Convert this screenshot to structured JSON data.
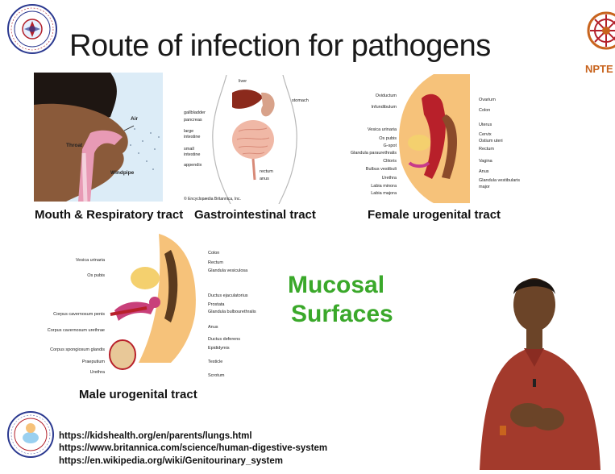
{
  "slide": {
    "title": "Route of infection for pathogens",
    "nptel_text": "NPTE",
    "mucosal_line1": "Mucosal",
    "mucosal_line2": "Surfaces"
  },
  "panels": {
    "respiratory": {
      "caption": "Mouth & Respiratory tract",
      "labels": {
        "air": "Air",
        "throat": "Throat",
        "windpipe": "Windpipe"
      }
    },
    "gastro": {
      "caption": "Gastrointestinal tract",
      "labels": {
        "liver": "liver",
        "stomach": "stomach",
        "gallbladder": "gallbladder",
        "pancreas": "pancreas",
        "large_intestine_1": "large",
        "large_intestine_2": "intestine",
        "small_intestine_1": "small",
        "small_intestine_2": "intestine",
        "appendix": "appendix",
        "rectum": "rectum",
        "anus": "anus",
        "copyright": "© Encyclopædia Britannica, Inc."
      }
    },
    "female": {
      "caption": "Female urogenital tract",
      "left_labels": [
        "Oviductum",
        "Infundibulum",
        "Vesica urinaria",
        "Os pubis",
        "G-spot",
        "Glandula paraurethralis",
        "Clitoris",
        "Bulbus vestibuli",
        "Urethra",
        "Labia minora",
        "Labia majora"
      ],
      "right_labels": [
        "Ovarium",
        "Colon",
        "Uterus",
        "Cervix",
        "Ostium uteri",
        "Rectum",
        "Vagina",
        "Anus",
        "Glandula vestibularis",
        "major"
      ]
    },
    "male": {
      "caption": "Male urogenital tract",
      "left_labels": [
        "Vesica urinaria",
        "Os pubis",
        "Corpus cavernosum penis",
        "Corpus cavernosum urethrae",
        "Corpus spongiosum glandis",
        "Praeputium",
        "Urethra"
      ],
      "right_labels": [
        "Colon",
        "Rectum",
        "Glandula vesiculosa",
        "Ductus ejaculatorius",
        "Prostata",
        "Glandula bulbourethralis",
        "Anus",
        "Ductus deferens",
        "Epididymis",
        "Testicle",
        "Scrotum"
      ]
    }
  },
  "links": [
    "https://kidshealth.org/en/parents/lungs.html",
    "https://www.britannica.com/science/human-digestive-system",
    "https://en.wikipedia.org/wiki/Genitourinary_system"
  ],
  "colors": {
    "mucosal_green": "#3aa82a",
    "nptel_orange": "#c8641e",
    "logo_red": "#b3202a"
  }
}
